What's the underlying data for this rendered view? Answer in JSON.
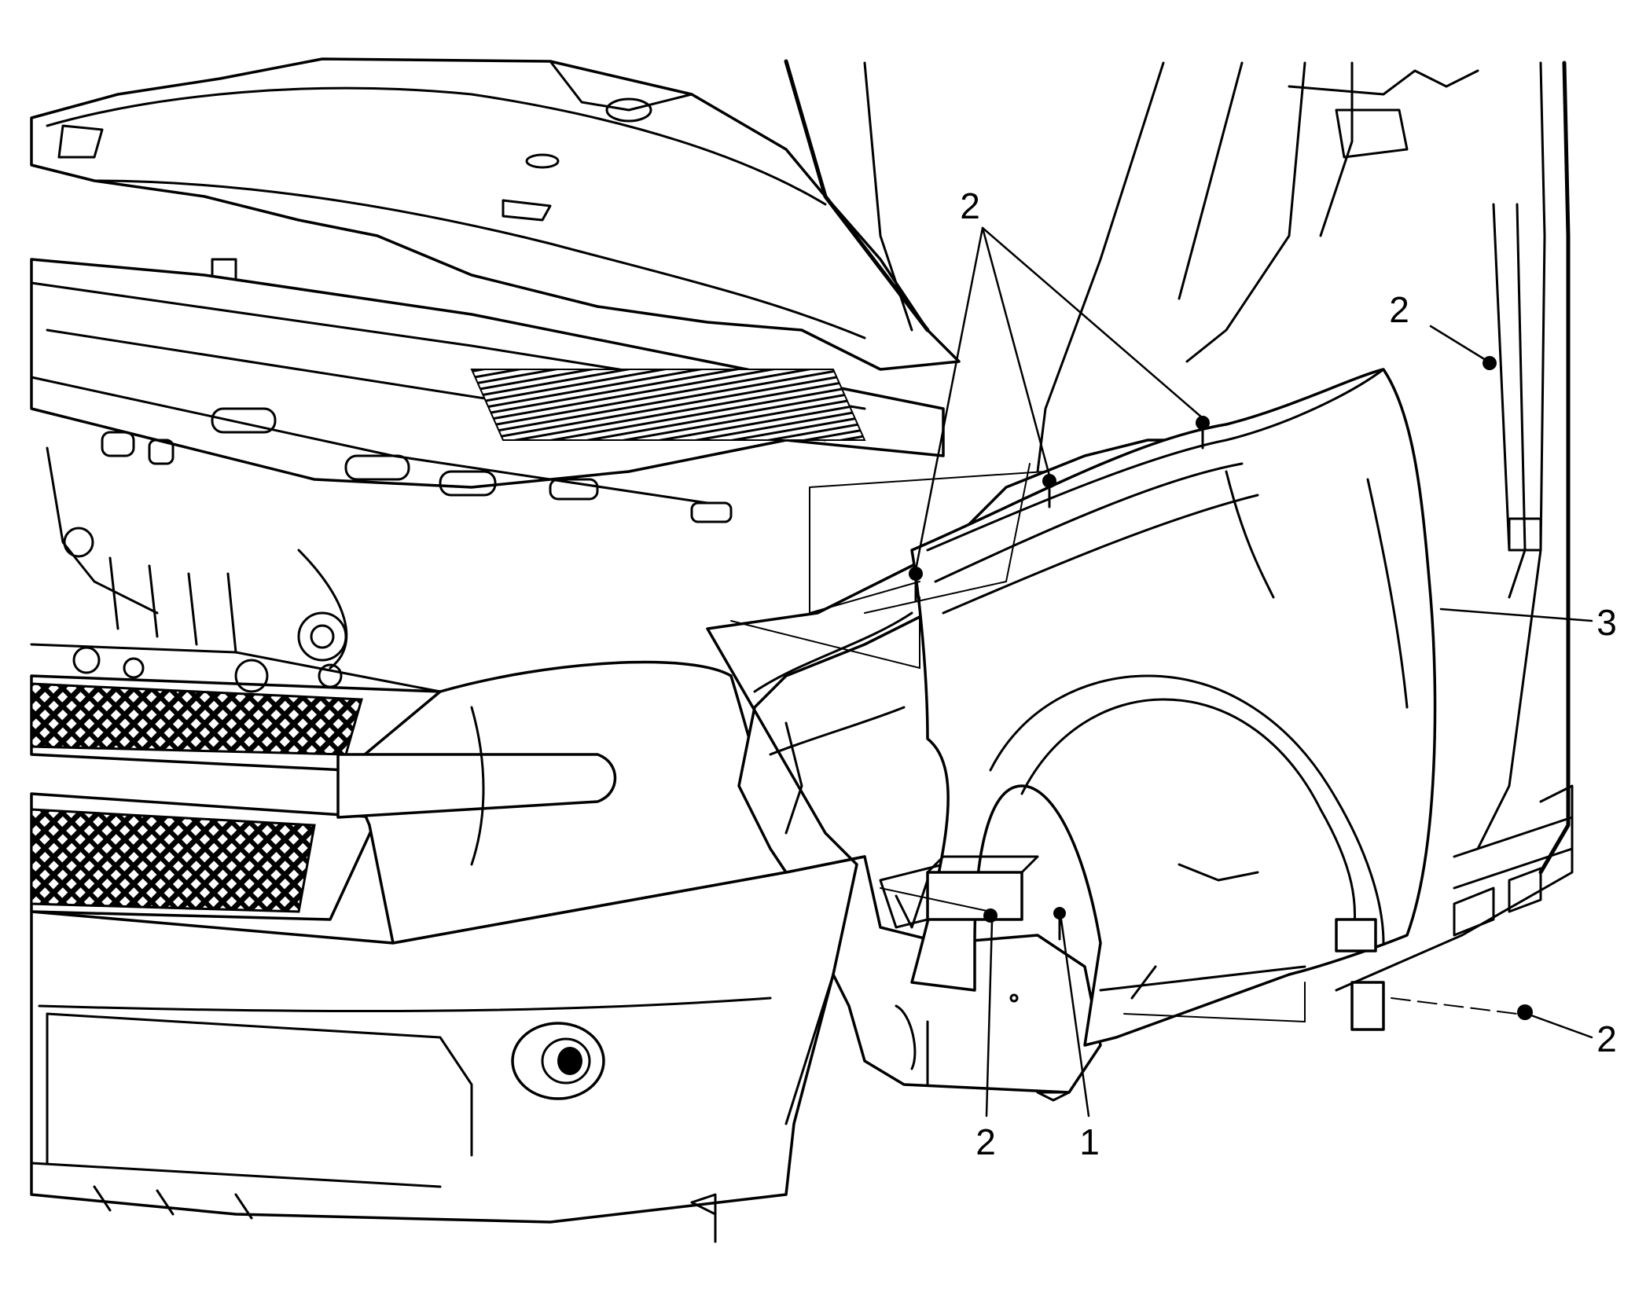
{
  "callouts": [
    {
      "id": "label-2-top",
      "text": "2"
    },
    {
      "id": "label-2-upper-right",
      "text": "2"
    },
    {
      "id": "label-3",
      "text": "3"
    },
    {
      "id": "label-2-right",
      "text": "2"
    },
    {
      "id": "label-2-bottom",
      "text": "2"
    },
    {
      "id": "label-1",
      "text": "1"
    }
  ]
}
